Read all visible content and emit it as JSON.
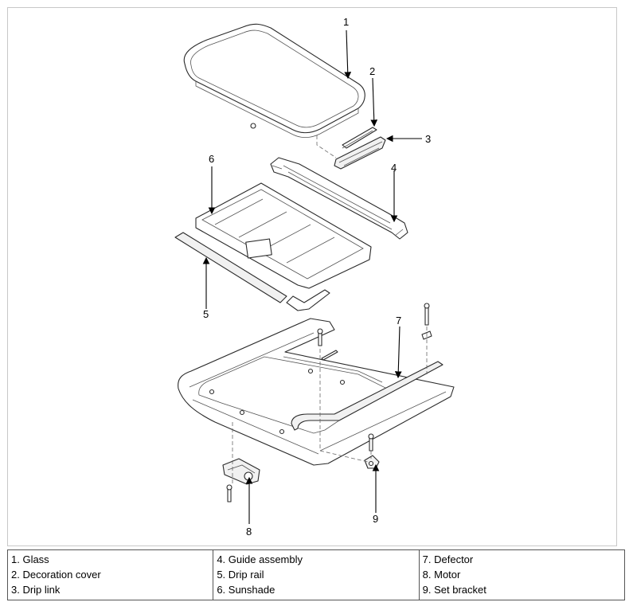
{
  "callouts": [
    "1",
    "2",
    "3",
    "4",
    "5",
    "6",
    "7",
    "8",
    "9"
  ],
  "legend": {
    "columns": [
      [
        "1. Glass",
        "2. Decoration cover",
        "3. Drip link"
      ],
      [
        "4. Guide assembly",
        "5. Drip rail",
        "6. Sunshade"
      ],
      [
        "7. Defector",
        "8. Motor",
        "9. Set bracket"
      ]
    ]
  }
}
